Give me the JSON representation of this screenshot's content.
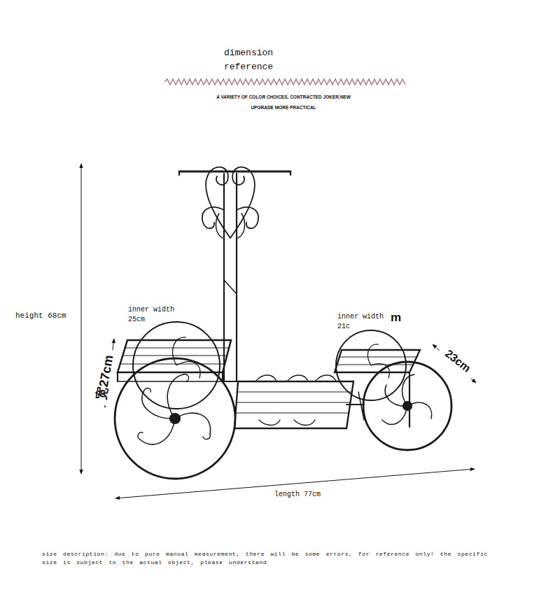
{
  "diagram": {
    "title": "dimension reference",
    "labels": [
      "A VARIETY OF COLOR CHOICES, CONTRACTED JOKER.NEW",
      "UPGRADE MORE PRACTICAL",
      "height 68cm",
      "inner width 25cm",
      "inner width 21c",
      "m",
      "宽27cm",
      "23cm",
      "length 77cm"
    ],
    "caption": "size description: due to pure manual measurement, there will be some errors, for reference only! the specific size is subject to the actual object, please understand"
  }
}
